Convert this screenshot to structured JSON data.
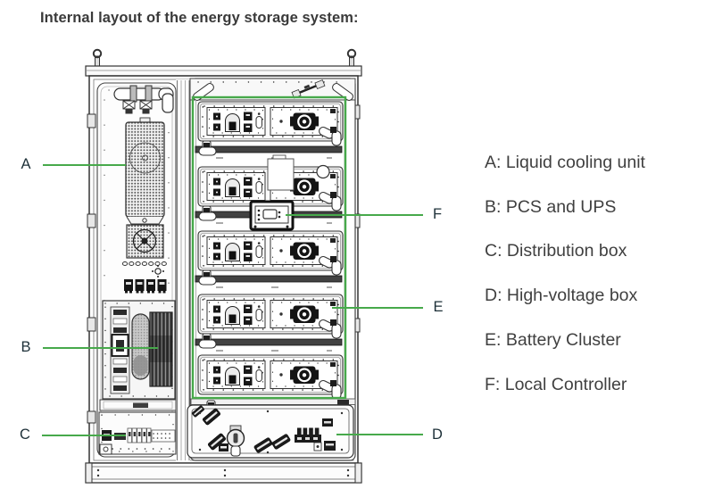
{
  "title": "Internal layout of the energy storage system:",
  "callouts": {
    "A": "A",
    "B": "B",
    "C": "C",
    "D": "D",
    "E": "E",
    "F": "F"
  },
  "legend": {
    "items": [
      {
        "text": "A: Liquid cooling unit"
      },
      {
        "text": "B: PCS and UPS"
      },
      {
        "text": "C: Distribution box"
      },
      {
        "text": "D: High-voltage box"
      },
      {
        "text": "E: Battery Cluster"
      },
      {
        "text": "F: Local Controller"
      }
    ]
  },
  "colors": {
    "annotation_green": "#47a94b",
    "line_dark": "#333333",
    "text_gray": "#404040"
  }
}
